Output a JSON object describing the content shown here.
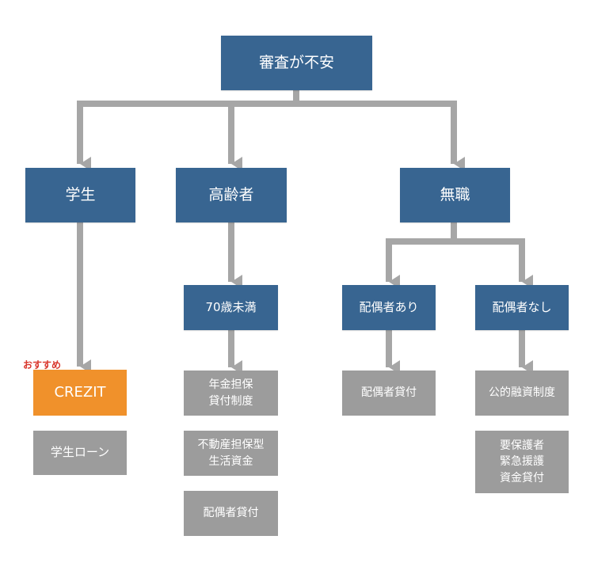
{
  "root": "審査が不安",
  "categories": {
    "student": "学生",
    "elderly": "高齢者",
    "unemployed": "無職"
  },
  "subcategories": {
    "age70": "70歳未満",
    "with_spouse": "配偶者あり",
    "without_spouse": "配偶者なし"
  },
  "results": {
    "recommend_label": "おすすめ",
    "crezit": "CREZIT",
    "student_loan": "学生ローン",
    "pension_loan": "年金担保\n貸付制度",
    "real_estate_loan": "不動産担保型\n生活資金",
    "spouse_loan_elderly": "配偶者貸付",
    "spouse_loan": "配偶者貸付",
    "public_loan": "公的融資制度",
    "emergency_loan": "要保護者\n緊急援護\n資金貸付"
  },
  "colors": {
    "primary": "#386591",
    "secondary": "#9c9c9c",
    "accent": "#f0912b",
    "tag": "#d9362b",
    "connector": "#a6a6a6"
  }
}
